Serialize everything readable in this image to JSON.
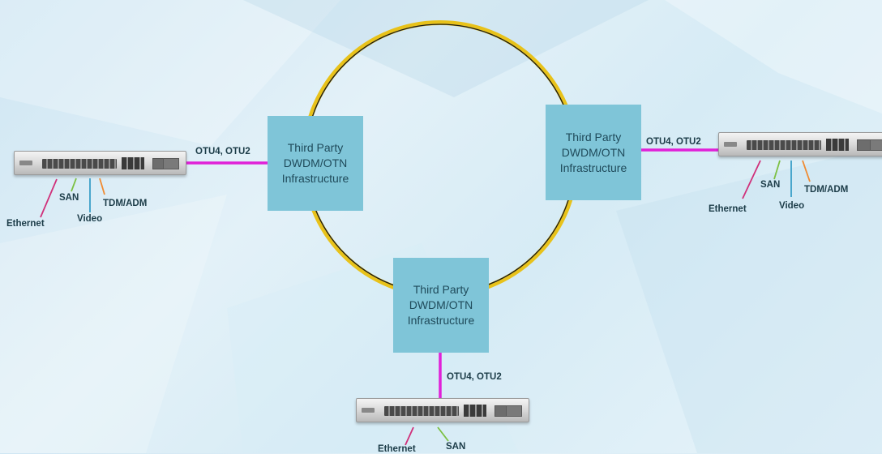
{
  "infrastructure_nodes": [
    {
      "id": "left",
      "label": "Third Party\nDWDM/OTN\nInfrastructure"
    },
    {
      "id": "right",
      "label": "Third Party\nDWDM/OTN\nInfrastructure"
    },
    {
      "id": "bottom",
      "label": "Third Party\nDWDM/OTN\nInfrastructure"
    }
  ],
  "link_labels": {
    "left": "OTU4, OTU2",
    "right": "OTU4, OTU2",
    "bottom": "OTU4, OTU2"
  },
  "client_ports": {
    "left": {
      "ethernet": "Ethernet",
      "san": "SAN",
      "video": "Video",
      "tdm": "TDM/ADM"
    },
    "right": {
      "ethernet": "Ethernet",
      "san": "SAN",
      "video": "Video",
      "tdm": "TDM/ADM"
    },
    "bottom": {
      "ethernet": "Ethernet",
      "san": "SAN"
    }
  },
  "colors": {
    "ring_outer": "#e8c21a",
    "ring_inner": "#1a1a1a",
    "link": "#e020d8",
    "ethernet_line": "#d0307a",
    "san_line": "#7cc043",
    "video_line": "#3a9ec7",
    "tdm_line": "#f08a30",
    "box_fill": "#7fc5d8"
  }
}
